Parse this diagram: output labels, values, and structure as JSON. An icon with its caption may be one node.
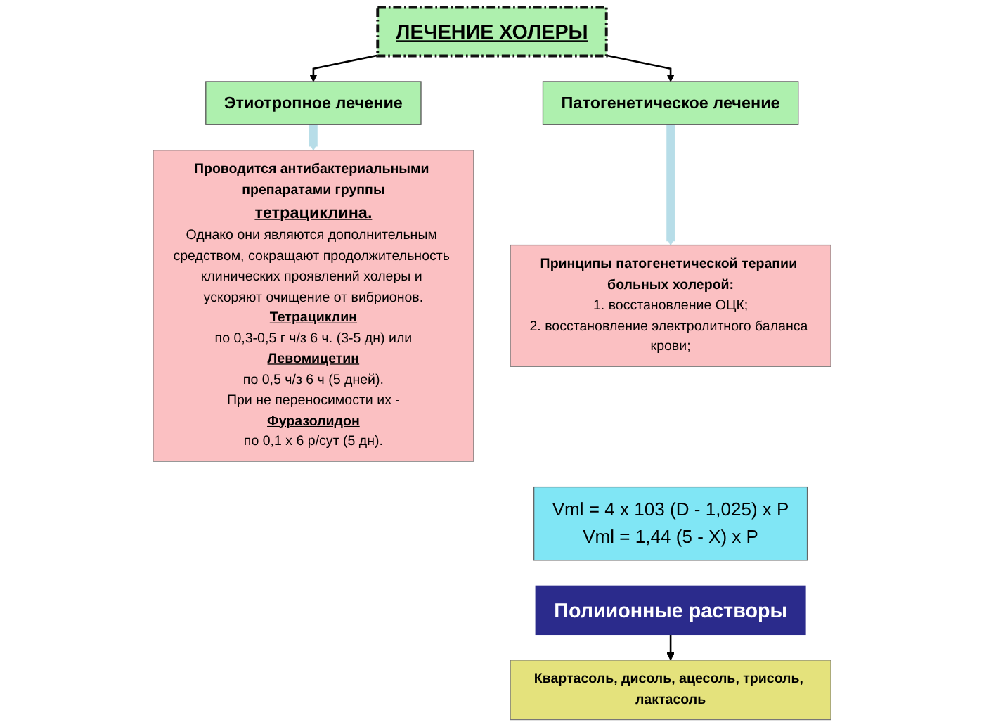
{
  "diagram": {
    "nodes": [
      {
        "text": [
          "ЛЕЧЕНИЕ ХОЛЕРЫ"
        ]
      },
      {
        "text": [
          "Этиотропное лечение"
        ]
      },
      {
        "text": [
          "Патогенетическое лечение"
        ]
      },
      {
        "text": [
          "Проводится антибактериальными препаратами группы",
          "тетрациклина.",
          "Однако они являются дополнительным средством, сокращают продолжительность клинических проявлений холеры и ускоряют очищение от вибрионов.",
          "Тетрациклин",
          "по 0,3-0,5 г ч/з 6 ч. (3-5 дн) или",
          "Левомицетин",
          "по 0,5 ч/з 6 ч (5 дней).",
          "При не переносимости их -",
          "Фуразолидон",
          "по 0,1 х 6 р/сут (5 дн)."
        ]
      },
      {
        "text": [
          "Принципы патогенетической терапии больных холерой:",
          "1. восстановление ОЦК;",
          "2. восстановление электролитного баланса крови;"
        ]
      },
      {
        "text": [
          "Vml = 4 x 103 (D - 1,025) x P",
          "Vml = 1,44 (5 - X) x P"
        ]
      },
      {
        "text": [
          "Полиионные растворы"
        ]
      },
      {
        "text": [
          "Квартасоль, дисоль, ацесоль, трисоль, лактасоль"
        ]
      }
    ],
    "edges": [
      {
        "from": 0,
        "to": 1,
        "arrow": "to"
      },
      {
        "from": 0,
        "to": 2,
        "arrow": "to"
      },
      {
        "from": 1,
        "to": 3,
        "arrow": "to",
        "style": "thick",
        "color": "#b7dde8"
      },
      {
        "from": 2,
        "to": 4,
        "arrow": "to",
        "style": "thick",
        "color": "#b7dde8"
      },
      {
        "from": 6,
        "to": 7,
        "arrow": "to"
      }
    ]
  }
}
